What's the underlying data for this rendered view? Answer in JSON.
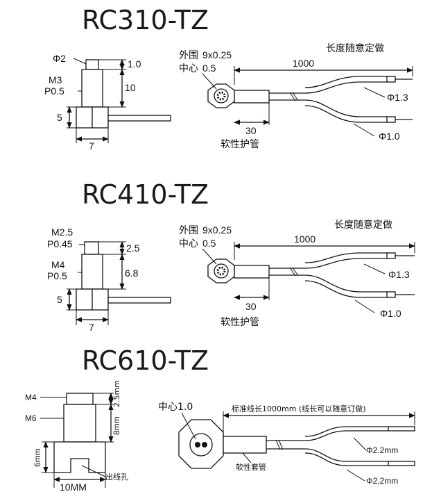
{
  "sections": [
    {
      "title": "RC310-TZ",
      "side": {
        "tip": "Φ2",
        "tip_h": "1.0",
        "thread": "M3",
        "pitch": "P0.5",
        "thread_h": "10",
        "base_h": "5",
        "base_w": "7"
      },
      "cable": {
        "outer_label": "外围",
        "outer_val": "9x0.25",
        "center_label": "中心",
        "center_val": "0.5",
        "note": "长度随意定做",
        "length": "1000",
        "tube_len": "30",
        "tube_label": "软性护管",
        "wire_a": "Φ1.3",
        "wire_b": "Φ1.0"
      }
    },
    {
      "title": "RC410-TZ",
      "side": {
        "thread_top": "M2.5",
        "pitch_top": "P0.45",
        "tip_h": "2.5",
        "thread": "M4",
        "pitch": "P0.5",
        "thread_h": "6.8",
        "base_h": "5",
        "base_w": "7"
      },
      "cable": {
        "outer_label": "外围",
        "outer_val": "9x0.25",
        "center_label": "中心",
        "center_val": "0.5",
        "note": "长度随意定做",
        "length": "1000",
        "tube_len": "30",
        "tube_label": "软性护管",
        "wire_a": "Φ1.3",
        "wire_b": "Φ1.0"
      }
    },
    {
      "title": "RC610-TZ",
      "side": {
        "thread_top": "M4",
        "thread": "M6",
        "top_h": "2.5mm",
        "body_h": "8mm",
        "base_h": "6mm",
        "base_w": "10MM",
        "exit_label": "出线孔"
      },
      "cable": {
        "center": "中心1.0",
        "length_note": "标准线长1000mm (线长可以随意订做)",
        "tube_label": "软性套管",
        "wire_a": "Φ2.2mm",
        "wire_b": "Φ2.2mm"
      }
    }
  ]
}
